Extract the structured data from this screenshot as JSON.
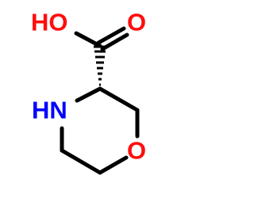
{
  "molecule": {
    "atoms": {
      "hydroxyl": {
        "text": "HO",
        "color": "#ff0d0d"
      },
      "carbonyl_oxygen": {
        "text": "O",
        "color": "#ff0d0d"
      },
      "amine": {
        "text": "HN",
        "color": "#0000ff"
      },
      "ring_oxygen": {
        "text": "O",
        "color": "#ff0d0d"
      }
    },
    "bond_color": "#000000"
  }
}
